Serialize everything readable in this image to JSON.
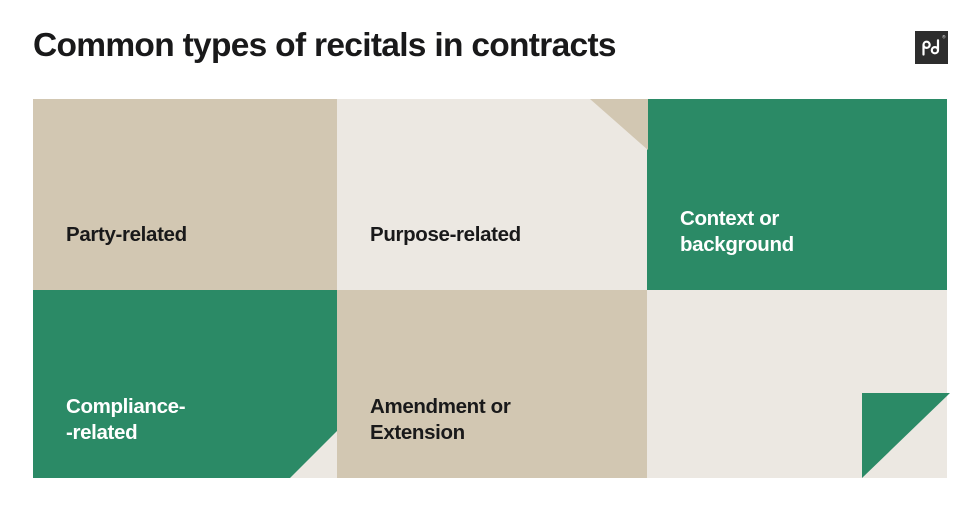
{
  "header": {
    "title": "Common types of recitals in contracts",
    "logo_alt": "pandadoc-logo"
  },
  "colors": {
    "background": "#ffffff",
    "tan": "#d2c7b2",
    "cream": "#ece8e2",
    "green": "#2b8a66",
    "text_dark": "#19191a",
    "text_light": "#ffffff"
  },
  "grid": {
    "cells": [
      {
        "id": "party-related",
        "label": "Party-related",
        "fill": "tan",
        "text": "dark",
        "lines": 1
      },
      {
        "id": "purpose-related",
        "label": "Purpose-related",
        "fill": "cream",
        "text": "dark",
        "lines": 1
      },
      {
        "id": "context-background",
        "label": "Context or\nbackground",
        "fill": "green",
        "text": "light",
        "lines": 2
      },
      {
        "id": "compliance-related",
        "label": "Compliance-\n-related",
        "fill": "green",
        "text": "light",
        "lines": 2
      },
      {
        "id": "amendment-extension",
        "label": "Amendment or\nExtension",
        "fill": "tan",
        "text": "dark",
        "lines": 2
      },
      {
        "id": "empty-cell",
        "label": "",
        "fill": "cream",
        "text": "dark",
        "lines": 0
      }
    ]
  }
}
